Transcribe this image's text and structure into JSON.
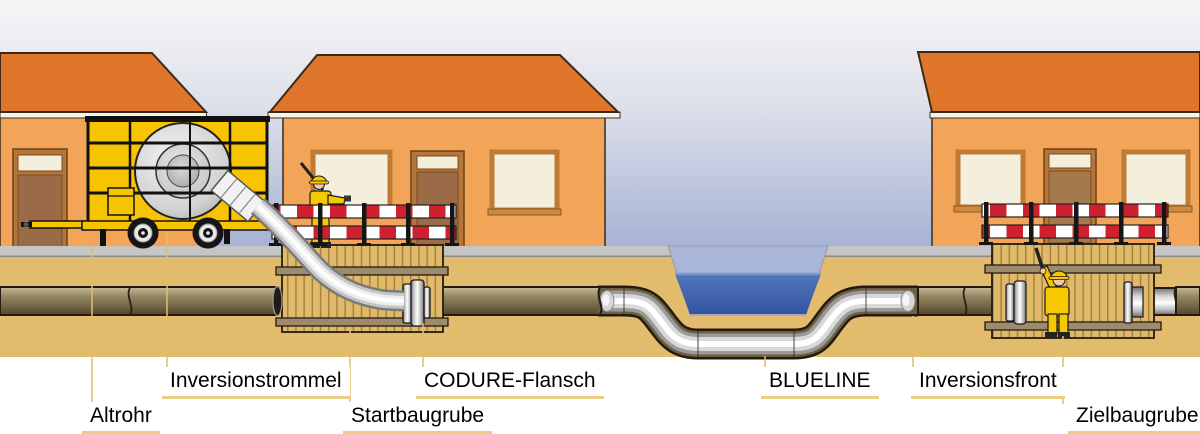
{
  "illustration": {
    "labels": [
      {
        "id": "altrohr",
        "text": "Altrohr"
      },
      {
        "id": "inversionstrommel",
        "text": "Inversionstrommel"
      },
      {
        "id": "startbaugrube",
        "text": "Startbaugrube"
      },
      {
        "id": "codure_flansch",
        "text": "CODURE-Flansch"
      },
      {
        "id": "blueline",
        "text": "BLUELINE"
      },
      {
        "id": "inversionsfront",
        "text": "Inversionsfront"
      },
      {
        "id": "zielbaugrube",
        "text": "Zielbaugrube"
      }
    ],
    "colors": {
      "sky_top": "#f6f6f8",
      "sky_bottom": "#a6b2d4",
      "roof_orange": "#e0752c",
      "wall_orange": "#f2a459",
      "ground_tan": "#e2bb6c",
      "pavement_grey": "#c6c6c6",
      "water_blue": "#3a5fae",
      "truck_yellow": "#f6c400",
      "barrier_red": "#cf2030",
      "old_pipe_brown": "#8f7f60",
      "liner_silver": "#e9e9e9",
      "shoring_wood": "#e0ba6a",
      "worker_yellow": "#f6c800",
      "label_underline": "#e9cd85"
    }
  }
}
